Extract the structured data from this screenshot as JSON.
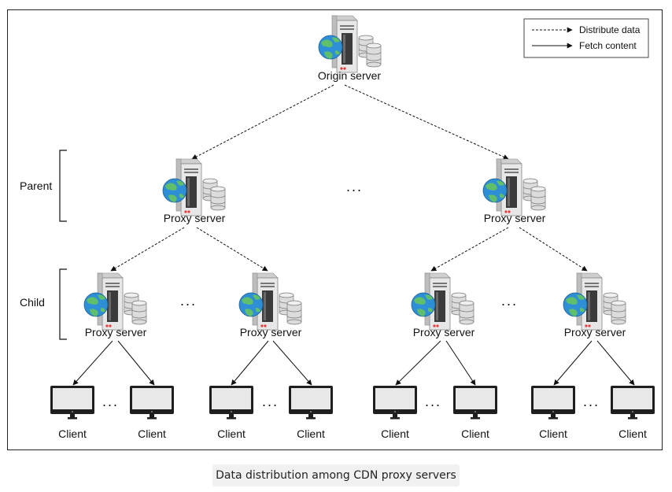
{
  "legend": {
    "distribute": "Distribute data",
    "fetch": "Fetch content"
  },
  "tiers": {
    "parent": "Parent",
    "child": "Child"
  },
  "nodes": {
    "origin": "Origin server",
    "proxy": "Proxy server",
    "client": "Client"
  },
  "ellipsis": "...",
  "caption": "Data distribution among CDN proxy servers",
  "colors": {
    "globe_ocean": "#2f8fd6",
    "globe_land": "#5fbf6a",
    "server_body": "#e6e6e6",
    "server_screen": "#3b3b3b",
    "monitor_frame": "#1f1f1f",
    "monitor_screen": "#e8e8e8"
  }
}
